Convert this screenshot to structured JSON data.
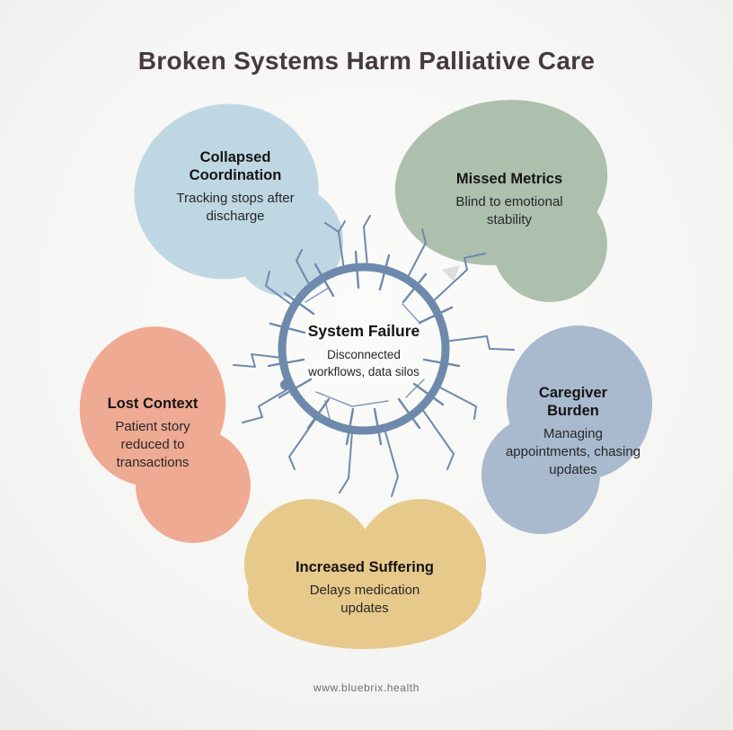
{
  "page": {
    "title": "Broken Systems Harm Palliative Care",
    "footer_url": "www.bluebrix.health"
  },
  "center": {
    "title": "System Failure",
    "description": "Disconnected workflows, data silos",
    "ring_color": "#6d8aac"
  },
  "nodes": [
    {
      "id": "collapsed-coordination",
      "title": "Collapsed Coordination",
      "description": "Tracking stops after discharge",
      "color": "#bfd7e2"
    },
    {
      "id": "missed-metrics",
      "title": "Missed Metrics",
      "description": "Blind to emotional stability",
      "color": "#adc0ae"
    },
    {
      "id": "lost-context",
      "title": "Lost Context",
      "description": "Patient story reduced to transactions",
      "color": "#efaa93"
    },
    {
      "id": "caregiver-burden",
      "title": "Caregiver Burden",
      "description": "Managing appointments, chasing updates",
      "color": "#a9b9ce"
    },
    {
      "id": "increased-suffering",
      "title": "Increased Suffering",
      "description": "Delays medication updates",
      "color": "#e7c98b"
    }
  ]
}
